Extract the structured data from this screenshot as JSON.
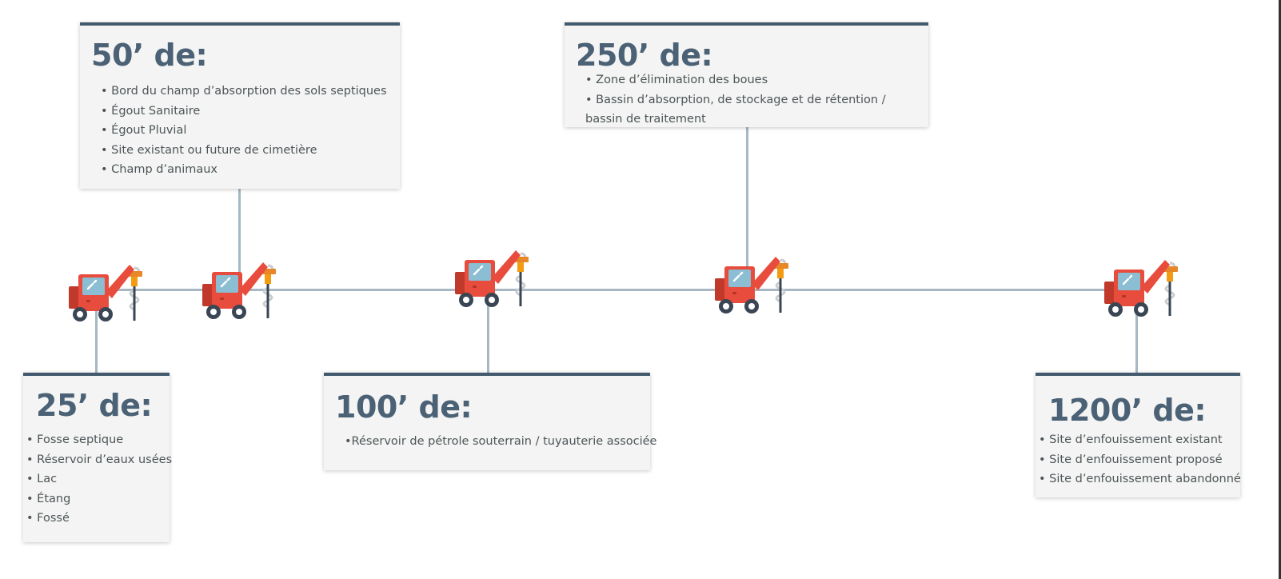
{
  "diagram": {
    "colors": {
      "card_border": "#435a6e",
      "card_bg": "#f3f4f3",
      "title": "#4b6175",
      "text": "#4e5558",
      "connector": "#a7b7c3",
      "truck_body": "#e84c3d",
      "truck_dark": "#c0392b",
      "truck_glass": "#8bbdd3",
      "drill_head": "#f39c12",
      "wheel": "#3a4654"
    },
    "cards": [
      {
        "title": "25’ de:",
        "items": [
          "• Fosse septique",
          "• Réservoir d’eaux usées",
          "• Lac",
          "• Étang",
          "• Fossé"
        ]
      },
      {
        "title": "50’ de:",
        "items": [
          "• Bord du champ d’absorption des sols septiques",
          "• Égout Sanitaire",
          "• Égout Pluvial",
          "• Site existant ou future de cimetière",
          "•  Champ d’animaux"
        ]
      },
      {
        "title": "100’ de:",
        "items": [
          "•Réservoir de pétrole souterrain / tuyauterie associée"
        ]
      },
      {
        "title": "250’ de:",
        "items": [
          "• Zone d’élimination des boues",
          "• Bassin d’absorption, de stockage et de rétention / bassin de traitement"
        ]
      },
      {
        "title": "1200’ de:",
        "items": [
          "• Site d’enfouissement existant",
          "• Site d’enfouissement proposé",
          "• Site d’enfouissement abandonné"
        ]
      }
    ],
    "icons": [
      "drill-truck-icon",
      "drill-truck-icon",
      "drill-truck-icon",
      "drill-truck-icon",
      "drill-truck-icon"
    ]
  }
}
